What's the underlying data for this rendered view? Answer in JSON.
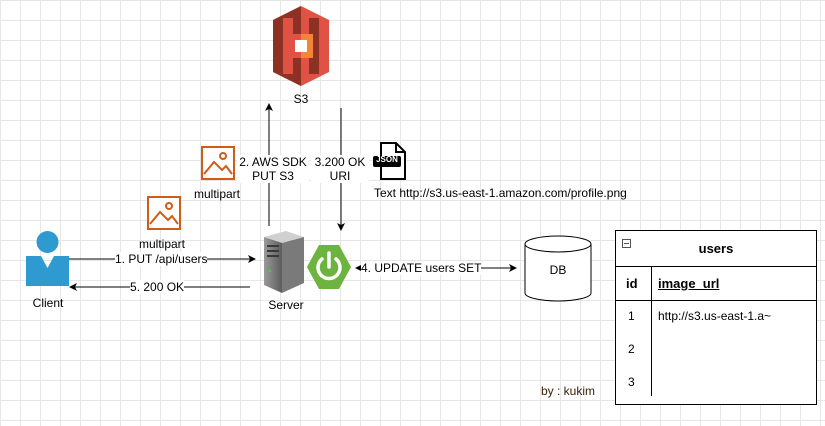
{
  "nodes": {
    "s3": {
      "label": "S3"
    },
    "client": {
      "label": "Client"
    },
    "server": {
      "label": "Server"
    },
    "db": {
      "label": "DB"
    },
    "multipart_1": {
      "label": "multipart"
    },
    "multipart_2": {
      "label": "multipart"
    },
    "json_file": {
      "label": "Text http://s3.us-east-1.amazon.com/profile.png",
      "badge": "JSON"
    }
  },
  "edges": [
    {
      "id": "e1",
      "label": "1. PUT /api/users"
    },
    {
      "id": "e2",
      "label_line1": "2. AWS SDK",
      "label_line2": "PUT S3"
    },
    {
      "id": "e3",
      "label_line1": "3.200 OK",
      "label_line2": "URI"
    },
    {
      "id": "e4",
      "label": "4. UPDATE  users SET"
    },
    {
      "id": "e5",
      "label": "5. 200 OK"
    }
  ],
  "table": {
    "title": "users",
    "columns": [
      "id",
      "image_url"
    ],
    "rows": [
      {
        "id": "1",
        "image_url": "http://s3.us-east-1.a~"
      },
      {
        "id": "2",
        "image_url": ""
      },
      {
        "id": "3",
        "image_url": ""
      }
    ]
  },
  "author": "by : kukim",
  "colors": {
    "s3_red": "#e05243",
    "s3_dark": "#8c3123",
    "user_blue": "#2e9ad0",
    "image_orange": "#d05c17",
    "spring_green": "#6db33f",
    "author_brown": "#3d2008"
  }
}
